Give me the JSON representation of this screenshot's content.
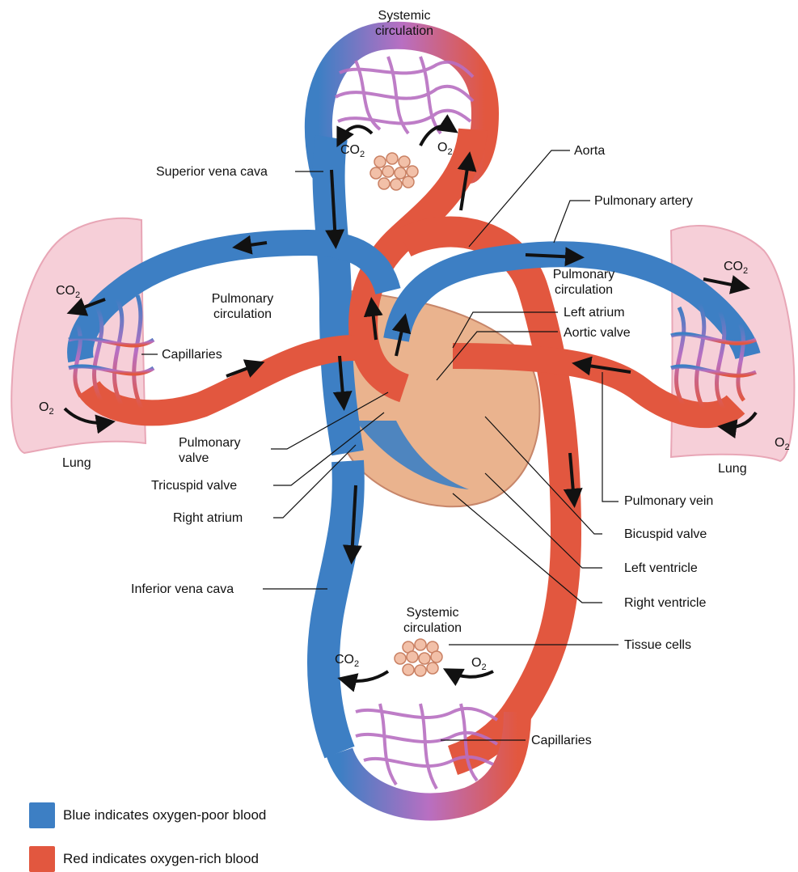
{
  "labels": {
    "systemic_top": "Systemic circulation",
    "aorta": "Aorta",
    "superior_vena_cava": "Superior vena cava",
    "pulmonary_artery": "Pulmonary artery",
    "pulmonary_circulation_left": "Pulmonary circulation",
    "pulmonary_circulation_right": "Pulmonary circulation",
    "left_atrium": "Left atrium",
    "aortic_valve": "Aortic valve",
    "capillaries_left": "Capillaries",
    "lung_left": "Lung",
    "lung_right": "Lung",
    "pulmonary_valve": "Pulmonary valve",
    "tricuspid_valve": "Tricuspid valve",
    "right_atrium": "Right atrium",
    "pulmonary_vein": "Pulmonary vein",
    "bicuspid_valve": "Bicuspid valve",
    "left_ventricle": "Left ventricle",
    "inferior_vena_cava": "Inferior vena cava",
    "right_ventricle": "Right ventricle",
    "systemic_bottom": "Systemic circulation",
    "tissue_cells": "Tissue cells",
    "capillaries_bottom": "Capillaries"
  },
  "gases": {
    "co2": "CO",
    "o2": "O",
    "subscript": "2"
  },
  "legend": [
    {
      "text": "Blue indicates oxygen-poor blood",
      "color": "#3d7fc4"
    },
    {
      "text": "Red indicates oxygen-rich blood",
      "color": "#e2573f"
    }
  ],
  "colors": {
    "oxygen_poor": "#3d7fc4",
    "oxygen_rich": "#e2573f",
    "capillary": "#b86fc2",
    "lung": "#f6cfd8",
    "heart_muscle": "#e9a77a"
  }
}
